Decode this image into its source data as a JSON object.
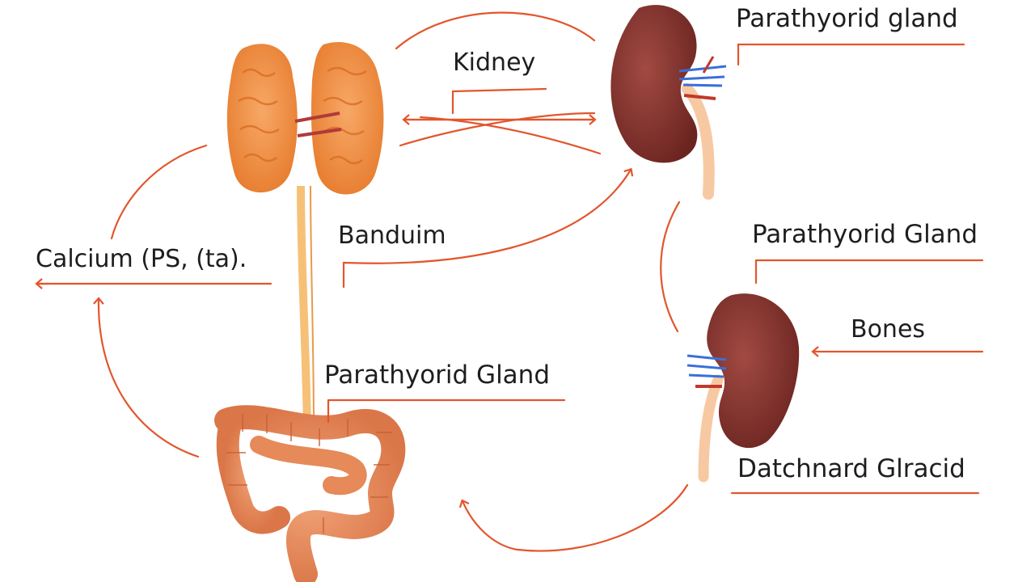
{
  "labels": {
    "parathyroid_top_right": "Parathyorid gland",
    "kidney": "Kidney",
    "banduim": "Banduim",
    "calcium": "Calcium (PS,  (ta).",
    "parathyroid_mid_right": "Parathyorid Gland",
    "bones": "Bones",
    "parathyroid_center": "Parathyorid Gland",
    "datchnard": "Datchnard Glracid"
  },
  "colors": {
    "arrow": "#e2562c",
    "thyroid": "#f08a3e",
    "intestine": "#e58a58",
    "kidney": "#7a2a26",
    "vein": "#3a6fd8",
    "artery": "#c0392b"
  },
  "icons": [
    "thyroid-gland-icon",
    "kidney-icon",
    "intestine-icon"
  ]
}
